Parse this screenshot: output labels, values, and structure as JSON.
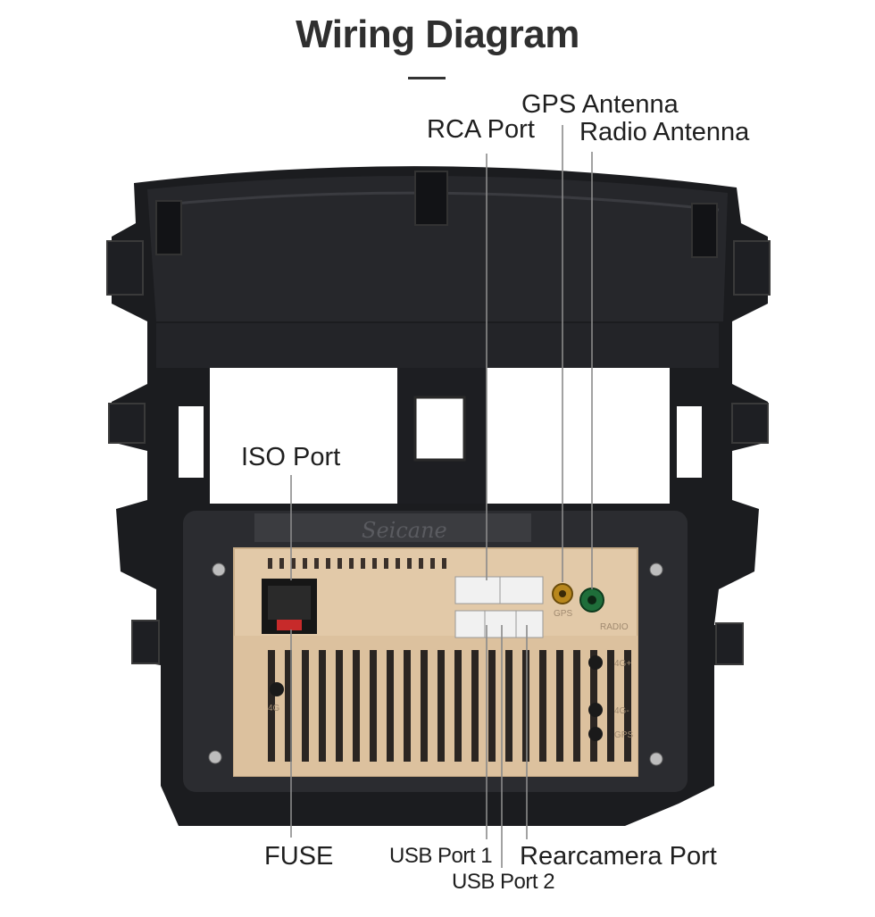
{
  "title": "Wiring Diagram",
  "brand_mark": "Seicane",
  "callouts": {
    "gps_antenna": "GPS Antenna",
    "rca_port": "RCA Port",
    "radio_antenna": "Radio Antenna",
    "iso_port": "ISO Port",
    "fuse": "FUSE",
    "usb_port_1": "USB Port 1",
    "usb_port_2": "USB Port 2",
    "rearcamera_port": "Rearcamera Port"
  },
  "panel_labels": {
    "gps": "GPS",
    "radio": "RADIO",
    "port_4g_plus": "4G+",
    "port_4g_minus": "4G-",
    "port_gps": "GPS",
    "port_4g_left": "4G"
  },
  "colors": {
    "frame": "#1b1c1f",
    "panel": "#e2c9a8",
    "leader_line": "#8a8a8a",
    "title": "#2f2f2f"
  }
}
